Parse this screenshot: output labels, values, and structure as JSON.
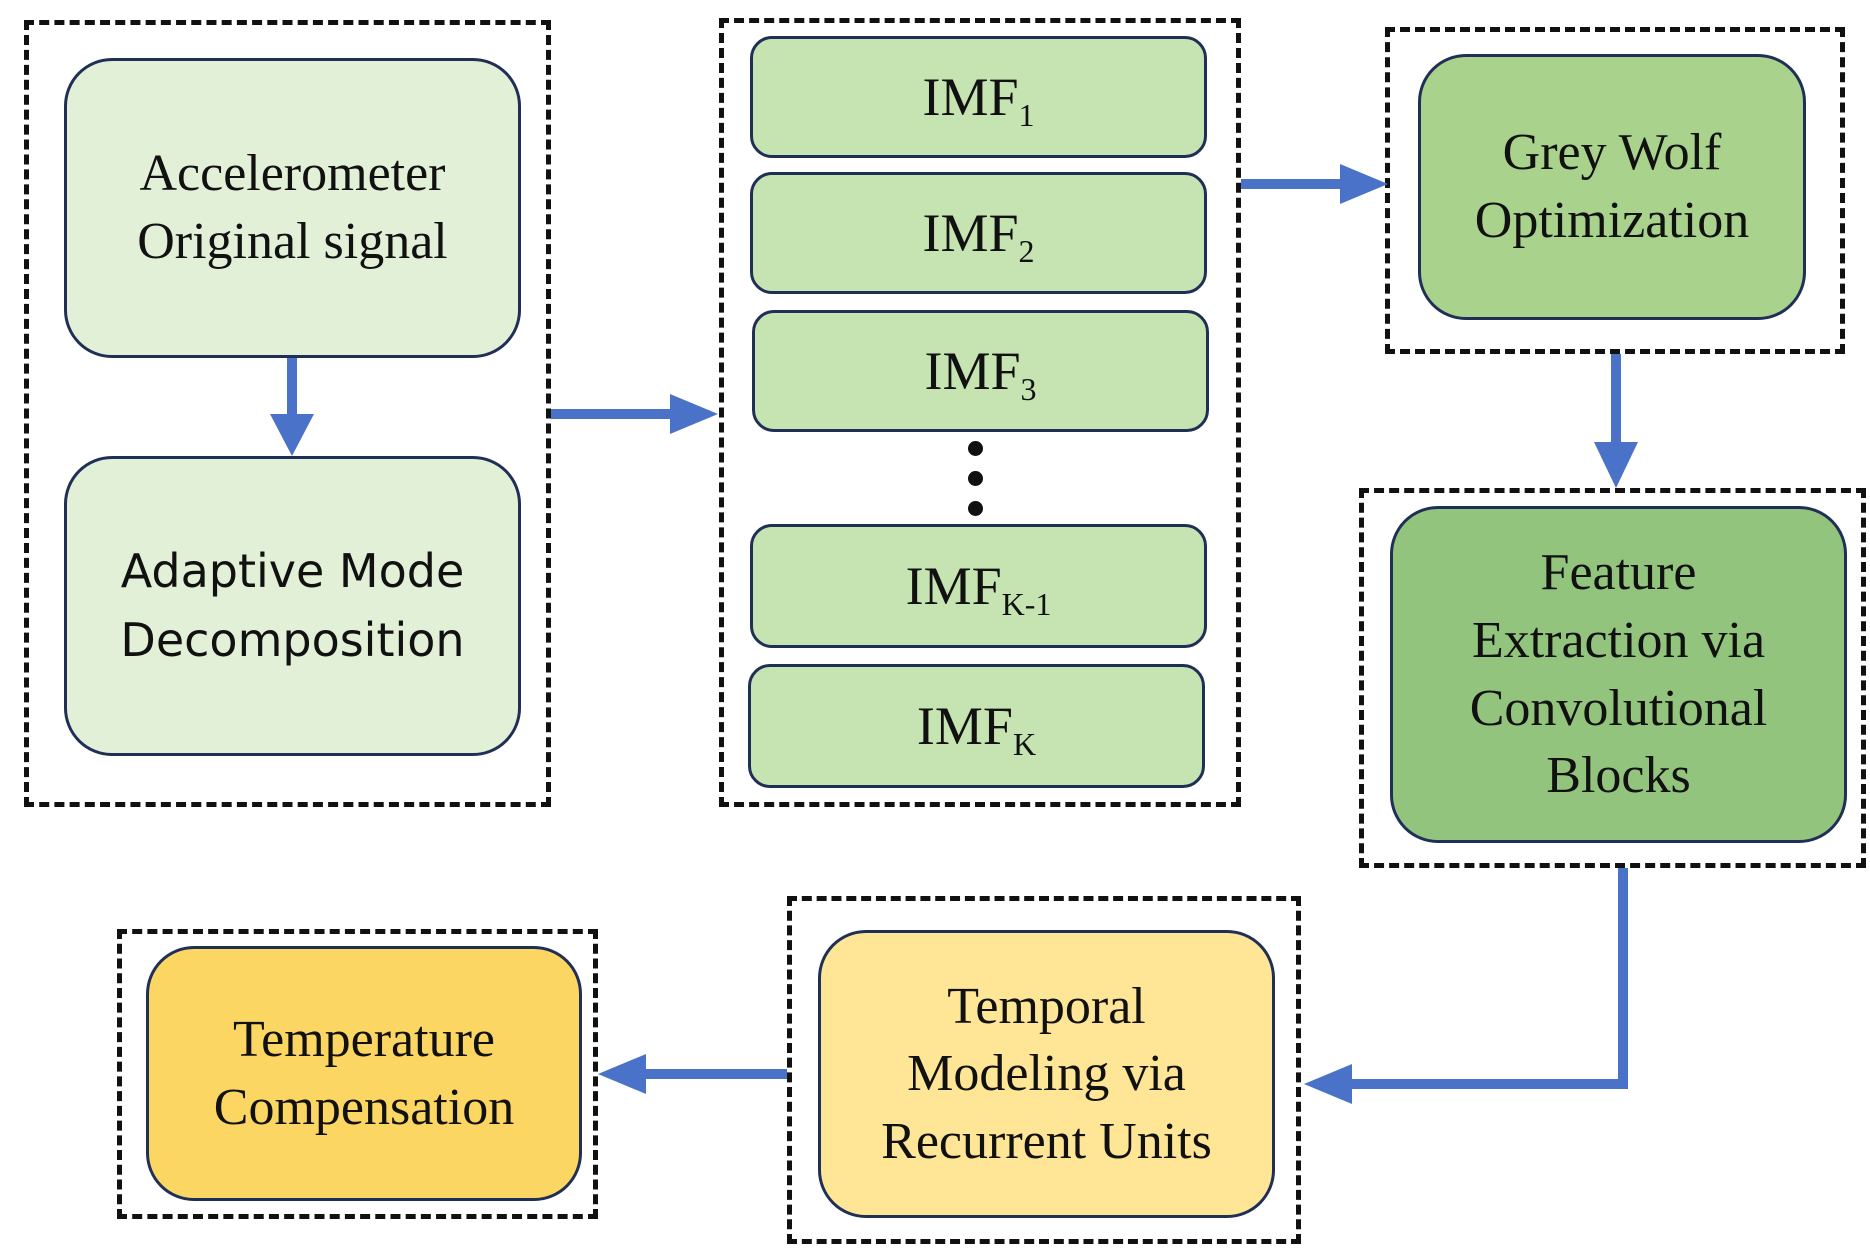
{
  "colors": {
    "input_box": "#e3f0d8",
    "imf_box": "#c6e3b2",
    "optimization_box": "#a9d28d",
    "feature_box": "#93c47d",
    "temporal_box": "#ffe596",
    "compensation_box": "#fcd662",
    "arrow": "#4a72c8",
    "dashed_frame": "#111111"
  },
  "nodes": {
    "accelerometer": "Accelerometer\nOriginal signal",
    "decomposition": "Adaptive Mode\nDecomposition",
    "grey_wolf": "Grey Wolf\nOptimization",
    "feature_extraction": "Feature\nExtraction via\nConvolutional\nBlocks",
    "temporal_modeling": "Temporal\nModeling via\nRecurrent Units",
    "temperature_compensation": "Temperature\nCompensation"
  },
  "imfs": [
    {
      "base": "IMF",
      "sub": "1"
    },
    {
      "base": "IMF",
      "sub": "2"
    },
    {
      "base": "IMF",
      "sub": "3"
    },
    {
      "base": "IMF",
      "sub": "K-1"
    },
    {
      "base": "IMF",
      "sub": "K"
    }
  ]
}
